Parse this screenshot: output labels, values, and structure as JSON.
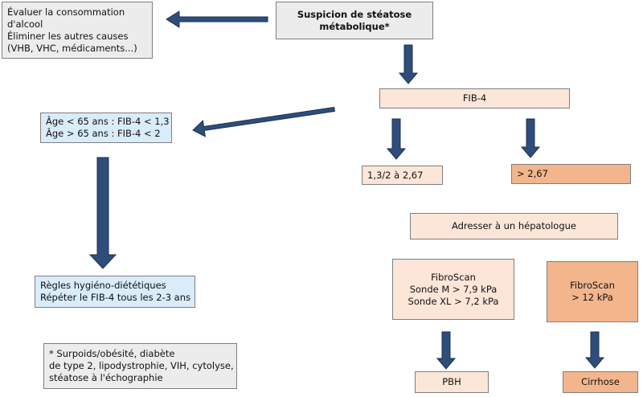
{
  "nodes": {
    "suspicion": {
      "lines": [
        "Suspicion de stéatose",
        "métabolique*"
      ]
    },
    "alcohol": {
      "lines": [
        "Évaluer la consommation",
        "d'alcool",
        "Éliminer les autres causes",
        "(VHB, VHC, médicaments...)"
      ]
    },
    "fib4": {
      "lines": [
        "FIB-4"
      ]
    },
    "age_thresholds": {
      "lines": [
        "Âge < 65 ans : FIB-4 < 1,3",
        "Âge > 65 ans : FIB-4 < 2"
      ]
    },
    "intermediate": {
      "lines": [
        "1,3/2 à 2,67"
      ]
    },
    "high": {
      "lines": [
        "> 2,67"
      ]
    },
    "hepatologist": {
      "lines": [
        "Adresser à un hépatologue"
      ]
    },
    "lifestyle": {
      "lines": [
        "Règles hygiéno-diététiques",
        "Répéter le FIB-4 tous les 2-3 ans"
      ]
    },
    "fibroscan_moderate": {
      "lines": [
        "FibroScan",
        "Sonde M > 7,9 kPa",
        "Sonde XL > 7,2 kPa"
      ]
    },
    "fibroscan_high": {
      "lines": [
        "FibroScan",
        "> 12 kPa"
      ]
    },
    "footnote": {
      "lines": [
        "* Surpoids/obésité, diabète",
        "de type 2, lipodystrophie, VIH, cytolyse,",
        "stéatose à l'échographie"
      ]
    },
    "pbh": {
      "lines": [
        "PBH"
      ]
    },
    "cirrhosis": {
      "lines": [
        "Cirrhose"
      ]
    }
  },
  "colors": {
    "arrow_fill": "#2e4d7a",
    "arrow_stroke": "#1c3150",
    "gray_box": "#ececec",
    "blue_box": "#d9ecf9",
    "peach_box": "#fbe6d8",
    "orange_box": "#f3b58c"
  }
}
